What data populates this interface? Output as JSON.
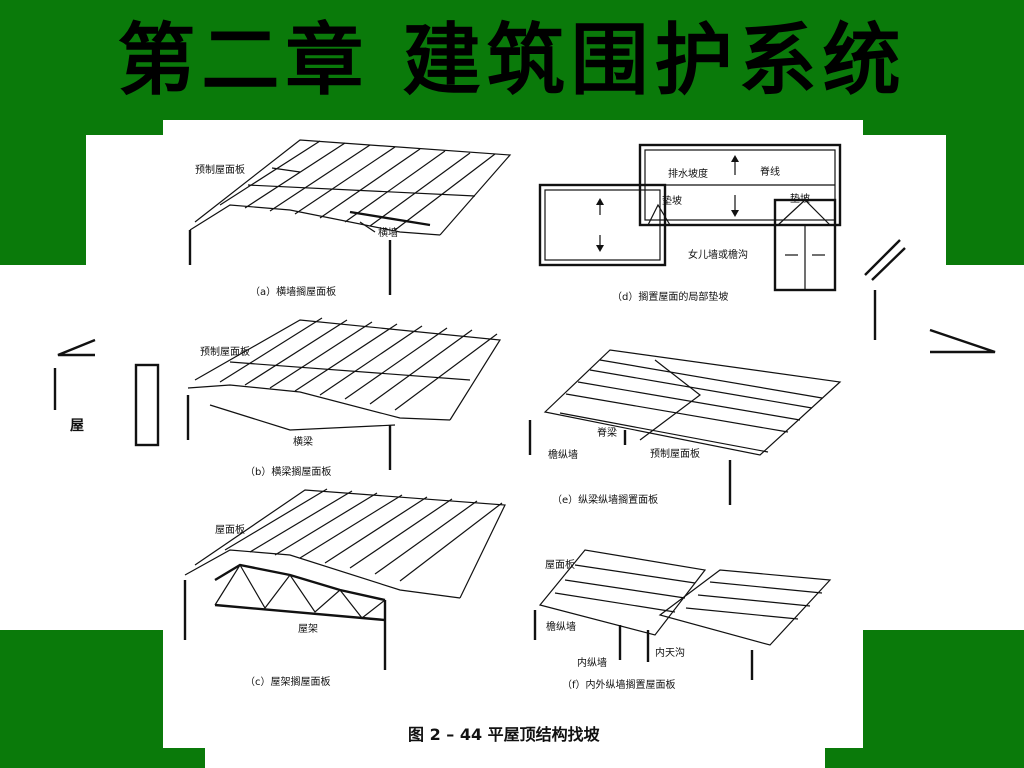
{
  "title": "第二章  建筑围护系统",
  "colors": {
    "background": "#0a7a0a",
    "panel": "#ffffff",
    "ink": "#111111"
  },
  "figure_caption": "图 2 – 44    平屋顶结构找坡",
  "panels": {
    "a": {
      "caption": "（a）横墙搁屋面板",
      "labels": {
        "slab": "预制屋面板",
        "wall": "横墙"
      }
    },
    "b": {
      "caption": "（b）横梁搁屋面板",
      "labels": {
        "slab": "预制屋面板",
        "beam": "横梁"
      }
    },
    "c": {
      "caption": "（c）屋架搁屋面板",
      "labels": {
        "slab": "屋面板",
        "truss": "屋架"
      }
    },
    "d": {
      "caption": "（d）搁置屋面的局部垫坡",
      "labels": {
        "drain": "排水坡度",
        "ridge": "脊线",
        "pad1": "垫坡",
        "pad2": "垫坡",
        "parapet": "女儿墙或檐沟"
      }
    },
    "e": {
      "caption": "（e）纵梁纵墙搁置面板",
      "labels": {
        "ridge_beam": "脊梁",
        "eave_wall": "檐纵墙",
        "slab": "预制屋面板"
      }
    },
    "f": {
      "caption": "（f）内外纵墙搁置屋面板",
      "labels": {
        "slab": "屋面板",
        "eave_wall": "檐纵墙",
        "inner_wall": "内纵墙",
        "gutter": "内天沟"
      }
    }
  },
  "background_fragments": {
    "left_label": "屋"
  }
}
